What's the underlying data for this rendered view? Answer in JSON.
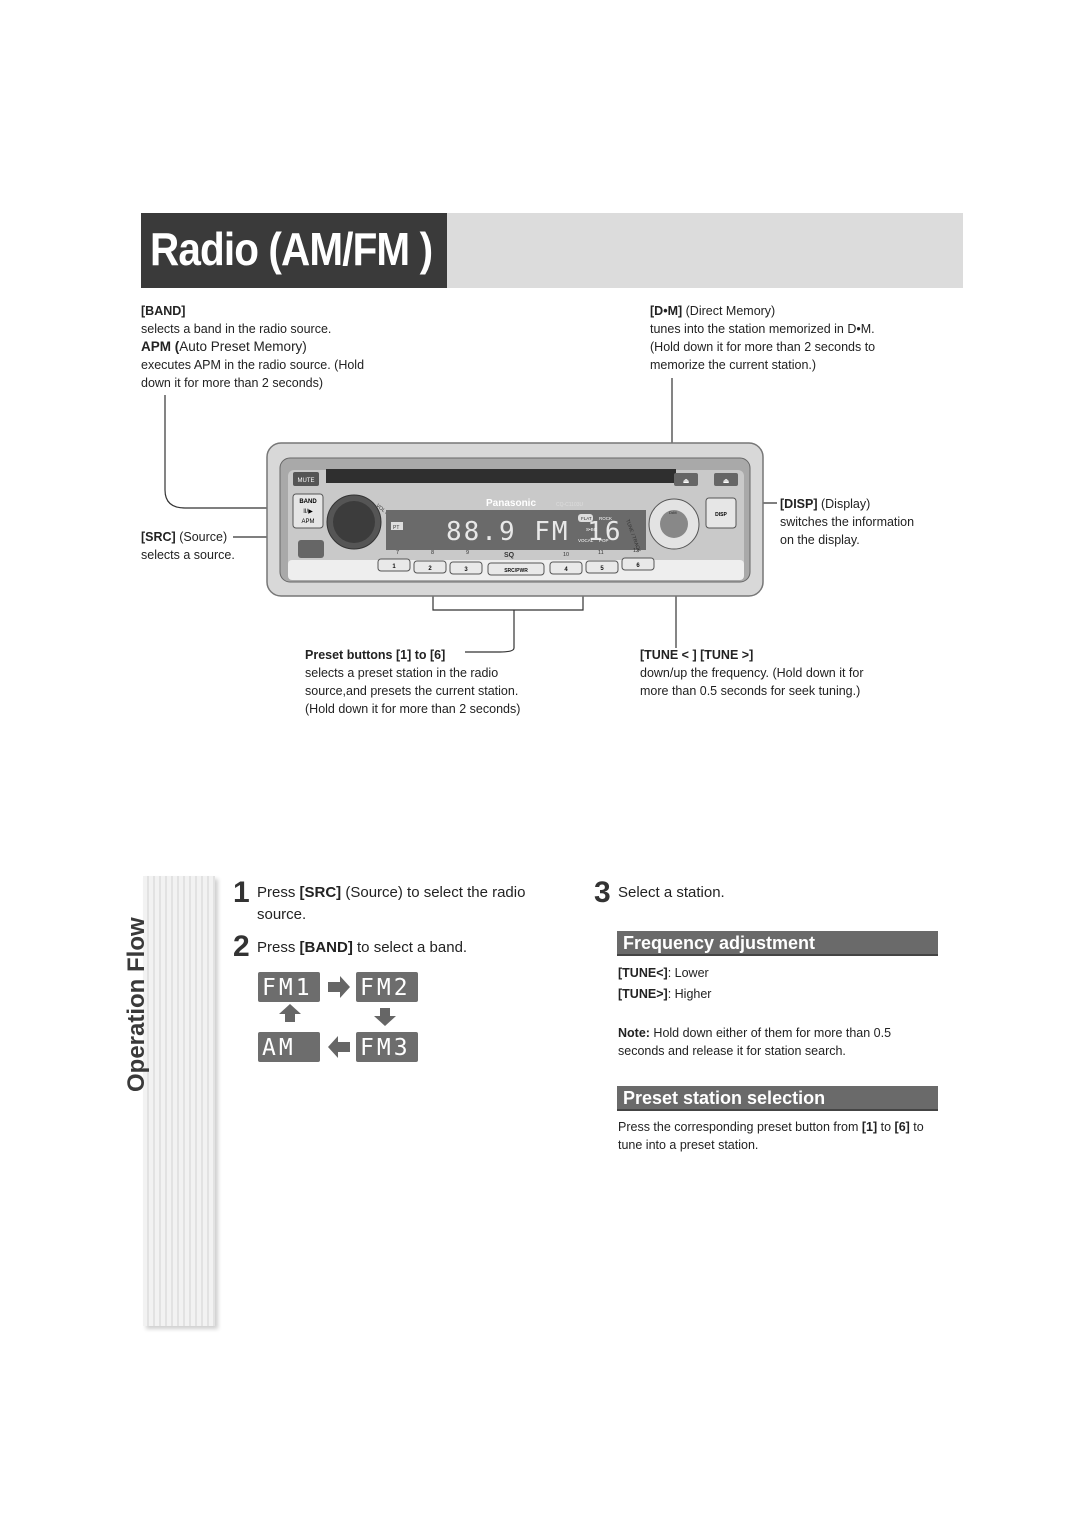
{
  "title": "Radio (AM/FM )",
  "labels": {
    "band": {
      "key": "[BAND]",
      "desc": "selects a band in the radio source."
    },
    "apm": {
      "key": "APM",
      "paren": "(",
      "name": "Auto Preset Memory)",
      "desc1": "executes APM in the radio source. (Hold",
      "desc2": "down it for more than 2 seconds)"
    },
    "src": {
      "key": "[SRC]",
      "name": "(Source)",
      "desc": "selects a source."
    },
    "dm": {
      "key": "[D•M]",
      "name": "(Direct Memory)",
      "desc1": "tunes into the station memorized in D•M.",
      "desc2": "(Hold down it for more than 2 seconds to",
      "desc3": "memorize the current station.)"
    },
    "disp": {
      "key": "[DISP]",
      "name": "(Display)",
      "desc1": "switches the information",
      "desc2": "on the display."
    },
    "preset": {
      "key": "Preset buttons [1] to [6]",
      "desc1": "selects a preset station in the radio",
      "desc2": "source,and presets the current station.",
      "desc3": "(Hold down it for more than 2 seconds)"
    },
    "tune": {
      "key1": "[TUNE",
      "key2": "] [TUNE",
      "key3": "]",
      "desc1": "down/up the frequency. (Hold down it for",
      "desc2": "more than 0.5 seconds for seek tuning.)"
    }
  },
  "device": {
    "brand": "Panasonic",
    "model": "CQ-C1103U",
    "display": "88.9  FM 16",
    "mute": "MUTE",
    "band": "BAND",
    "play": "II/▶",
    "apm": "APM",
    "disp": "DISP",
    "dm": "D•M",
    "srcpwr": "SRC/PWR",
    "vol": "VOL PUSH SEL",
    "tune": "TUNE / TRACK",
    "tag_flat": "FLAT",
    "tag_rock": "ROCK",
    "tag_sbc": "S•BC",
    "tag_vocal": "VOCAL",
    "tag_pop": "POP",
    "pt": "PT",
    "sq": "SQ",
    "presets": [
      "1",
      "2",
      "3",
      "4",
      "5",
      "6"
    ],
    "top_nums": [
      "7",
      "8",
      "9",
      "10",
      "11",
      "12"
    ]
  },
  "side_label": "Operation Flow",
  "steps": {
    "s1_num": "1",
    "s1_pre": "Press ",
    "s1_key": "[SRC]",
    "s1_post": " (Source) to select the radio",
    "s1_cont": "source.",
    "s2_num": "2",
    "s2_pre": "Press ",
    "s2_key": "[BAND]",
    "s2_post": " to select a band.",
    "s3_num": "3",
    "s3_text": "Select a station."
  },
  "bands": [
    "FM1",
    "FM2",
    "AM",
    "FM3"
  ],
  "freq": {
    "heading": "Frequency adjustment",
    "lower_key": "[TUNE",
    "lower_close": "]",
    "lower_val": ": Lower",
    "higher_key": "[TUNE",
    "higher_close": "]",
    "higher_val": ": Higher",
    "note_label": "Note:",
    "note_text1": " Hold down either of them for more than 0.5",
    "note_text2": "seconds and release it for station search."
  },
  "preset_sel": {
    "heading": "Preset station selection",
    "text_pre": "Press the corresponding preset button from ",
    "k1": "[1]",
    "mid": " to ",
    "k2": "[6]",
    "post": " to",
    "text2": "tune into a preset station."
  }
}
